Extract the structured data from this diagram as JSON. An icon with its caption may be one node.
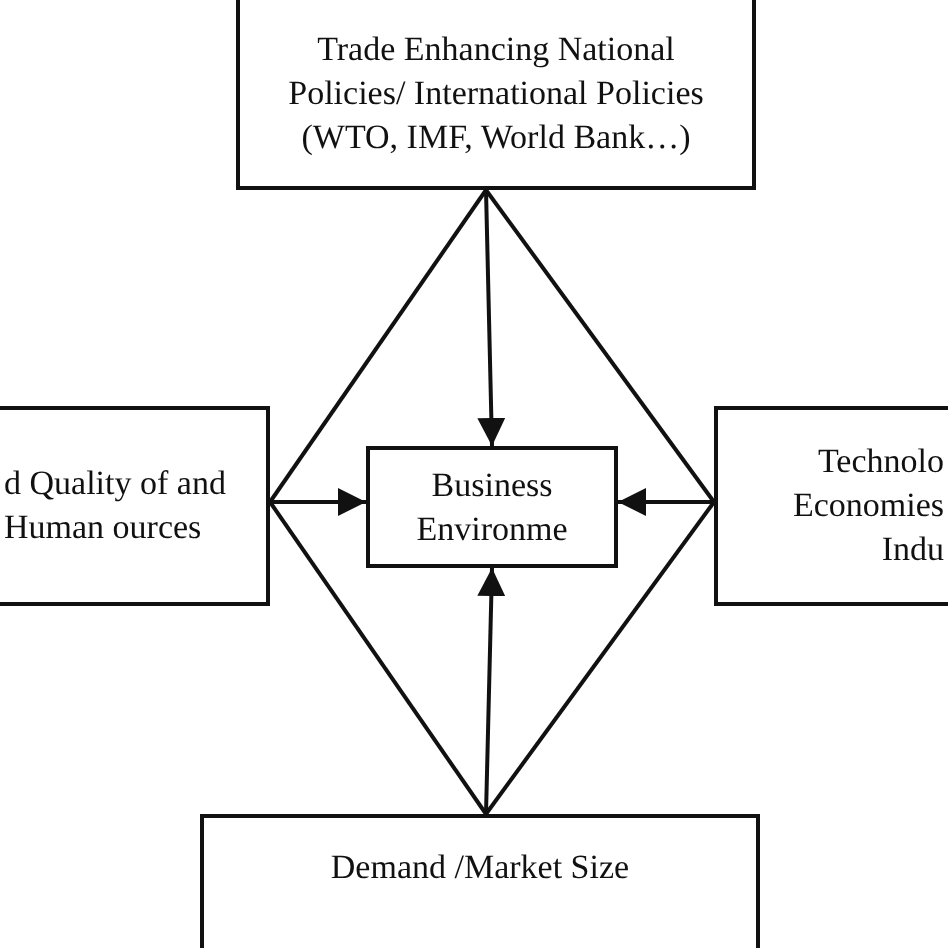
{
  "diagram": {
    "nodes": [
      {
        "text": [
          "Trade Enhancing National Policies/ International Policies (WTO, IMF, World Bank…)"
        ]
      },
      {
        "text": [
          "d Quality of and Human ources"
        ]
      },
      {
        "text": [
          "Business Environme"
        ]
      },
      {
        "text": [
          "Technolo Economies Indu"
        ]
      },
      {
        "text": [
          "Demand /Market Size"
        ]
      }
    ],
    "edges": [
      {
        "from": 0,
        "to": 2,
        "arrow": "to"
      },
      {
        "from": 1,
        "to": 2,
        "arrow": "to"
      },
      {
        "from": 3,
        "to": 2,
        "arrow": "to"
      },
      {
        "from": 4,
        "to": 2,
        "arrow": "to"
      },
      {
        "from": 0,
        "to": 1,
        "arrow": "none"
      },
      {
        "from": 0,
        "to": 3,
        "arrow": "none"
      },
      {
        "from": 1,
        "to": 4,
        "arrow": "none"
      },
      {
        "from": 3,
        "to": 4,
        "arrow": "none"
      }
    ]
  }
}
